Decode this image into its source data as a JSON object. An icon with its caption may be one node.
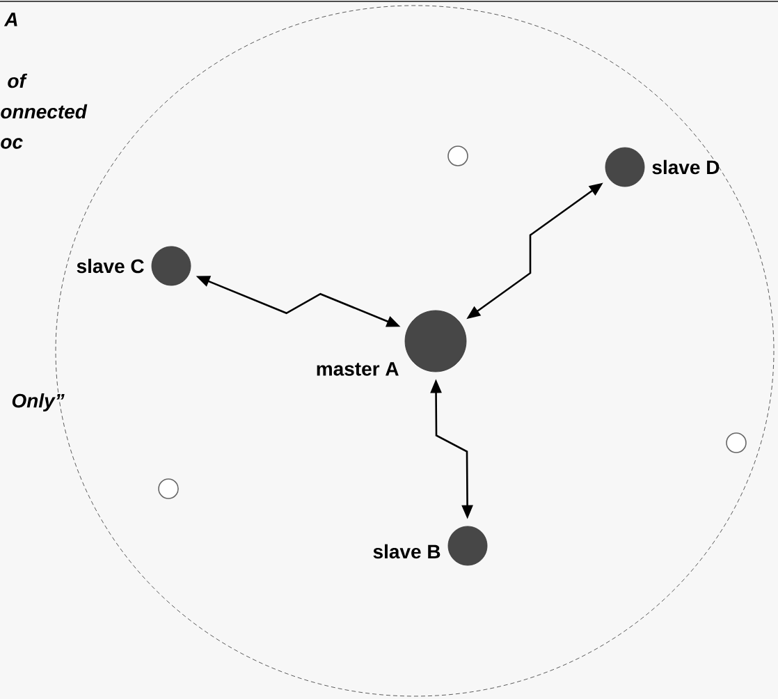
{
  "diagram": {
    "nodes": [
      {
        "text": [],
        "shape": "circle"
      },
      {
        "text": [],
        "shape": "circle",
        "beside": [
          "master A"
        ],
        "in": 0
      },
      {
        "text": [],
        "shape": "circle",
        "beside": [
          "slave D"
        ],
        "in": 0
      },
      {
        "text": [],
        "shape": "circle",
        "beside": [
          "slave C"
        ],
        "in": 0
      },
      {
        "text": [],
        "shape": "circle",
        "beside": [
          "slave B"
        ],
        "in": 0
      },
      {
        "text": [],
        "shape": "circle",
        "in": 0
      },
      {
        "text": [],
        "shape": "circle",
        "in": 0
      },
      {
        "text": [],
        "shape": "circle",
        "in": 0
      }
    ],
    "edges": [
      {
        "from": 1,
        "to": 3,
        "arrow": "both"
      },
      {
        "from": 1,
        "to": 2,
        "arrow": "both"
      },
      {
        "from": 1,
        "to": 4,
        "arrow": "both"
      }
    ],
    "labels": [
      "A",
      "of",
      "onnected",
      "oc",
      "Only”"
    ]
  }
}
